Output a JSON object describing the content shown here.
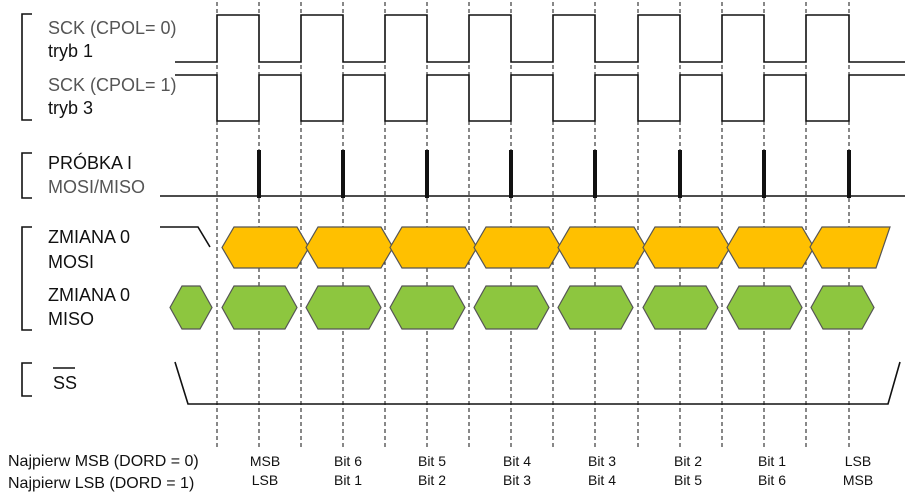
{
  "labels": {
    "sck0_line1": "SCK (CPOL= 0)",
    "sck0_line2": "tryb 1",
    "sck1_line1": "SCK (CPOL= 1)",
    "sck1_line2": "tryb 3",
    "sample_line1": "PRÓBKA I",
    "sample_line2": "MOSI/MISO",
    "mosi_line1": "ZMIANA 0",
    "mosi_line2": "MOSI",
    "miso_line1": "ZMIANA 0",
    "miso_line2": "MISO",
    "ss": "SS"
  },
  "order": {
    "msb_first_label": "Najpierw MSB (DORD = 0)",
    "lsb_first_label": "Najpierw LSB (DORD = 1)",
    "msb_first_bits": [
      "MSB",
      "Bit 6",
      "Bit 5",
      "Bit 4",
      "Bit 3",
      "Bit 2",
      "Bit 1",
      "LSB"
    ],
    "lsb_first_bits": [
      "LSB",
      "Bit 1",
      "Bit 2",
      "Bit 3",
      "Bit 4",
      "Bit 5",
      "Bit 6",
      "MSB"
    ]
  },
  "colors": {
    "mosi_fill": "#FFC000",
    "miso_fill": "#8DC63F",
    "stroke": "#111111"
  }
}
